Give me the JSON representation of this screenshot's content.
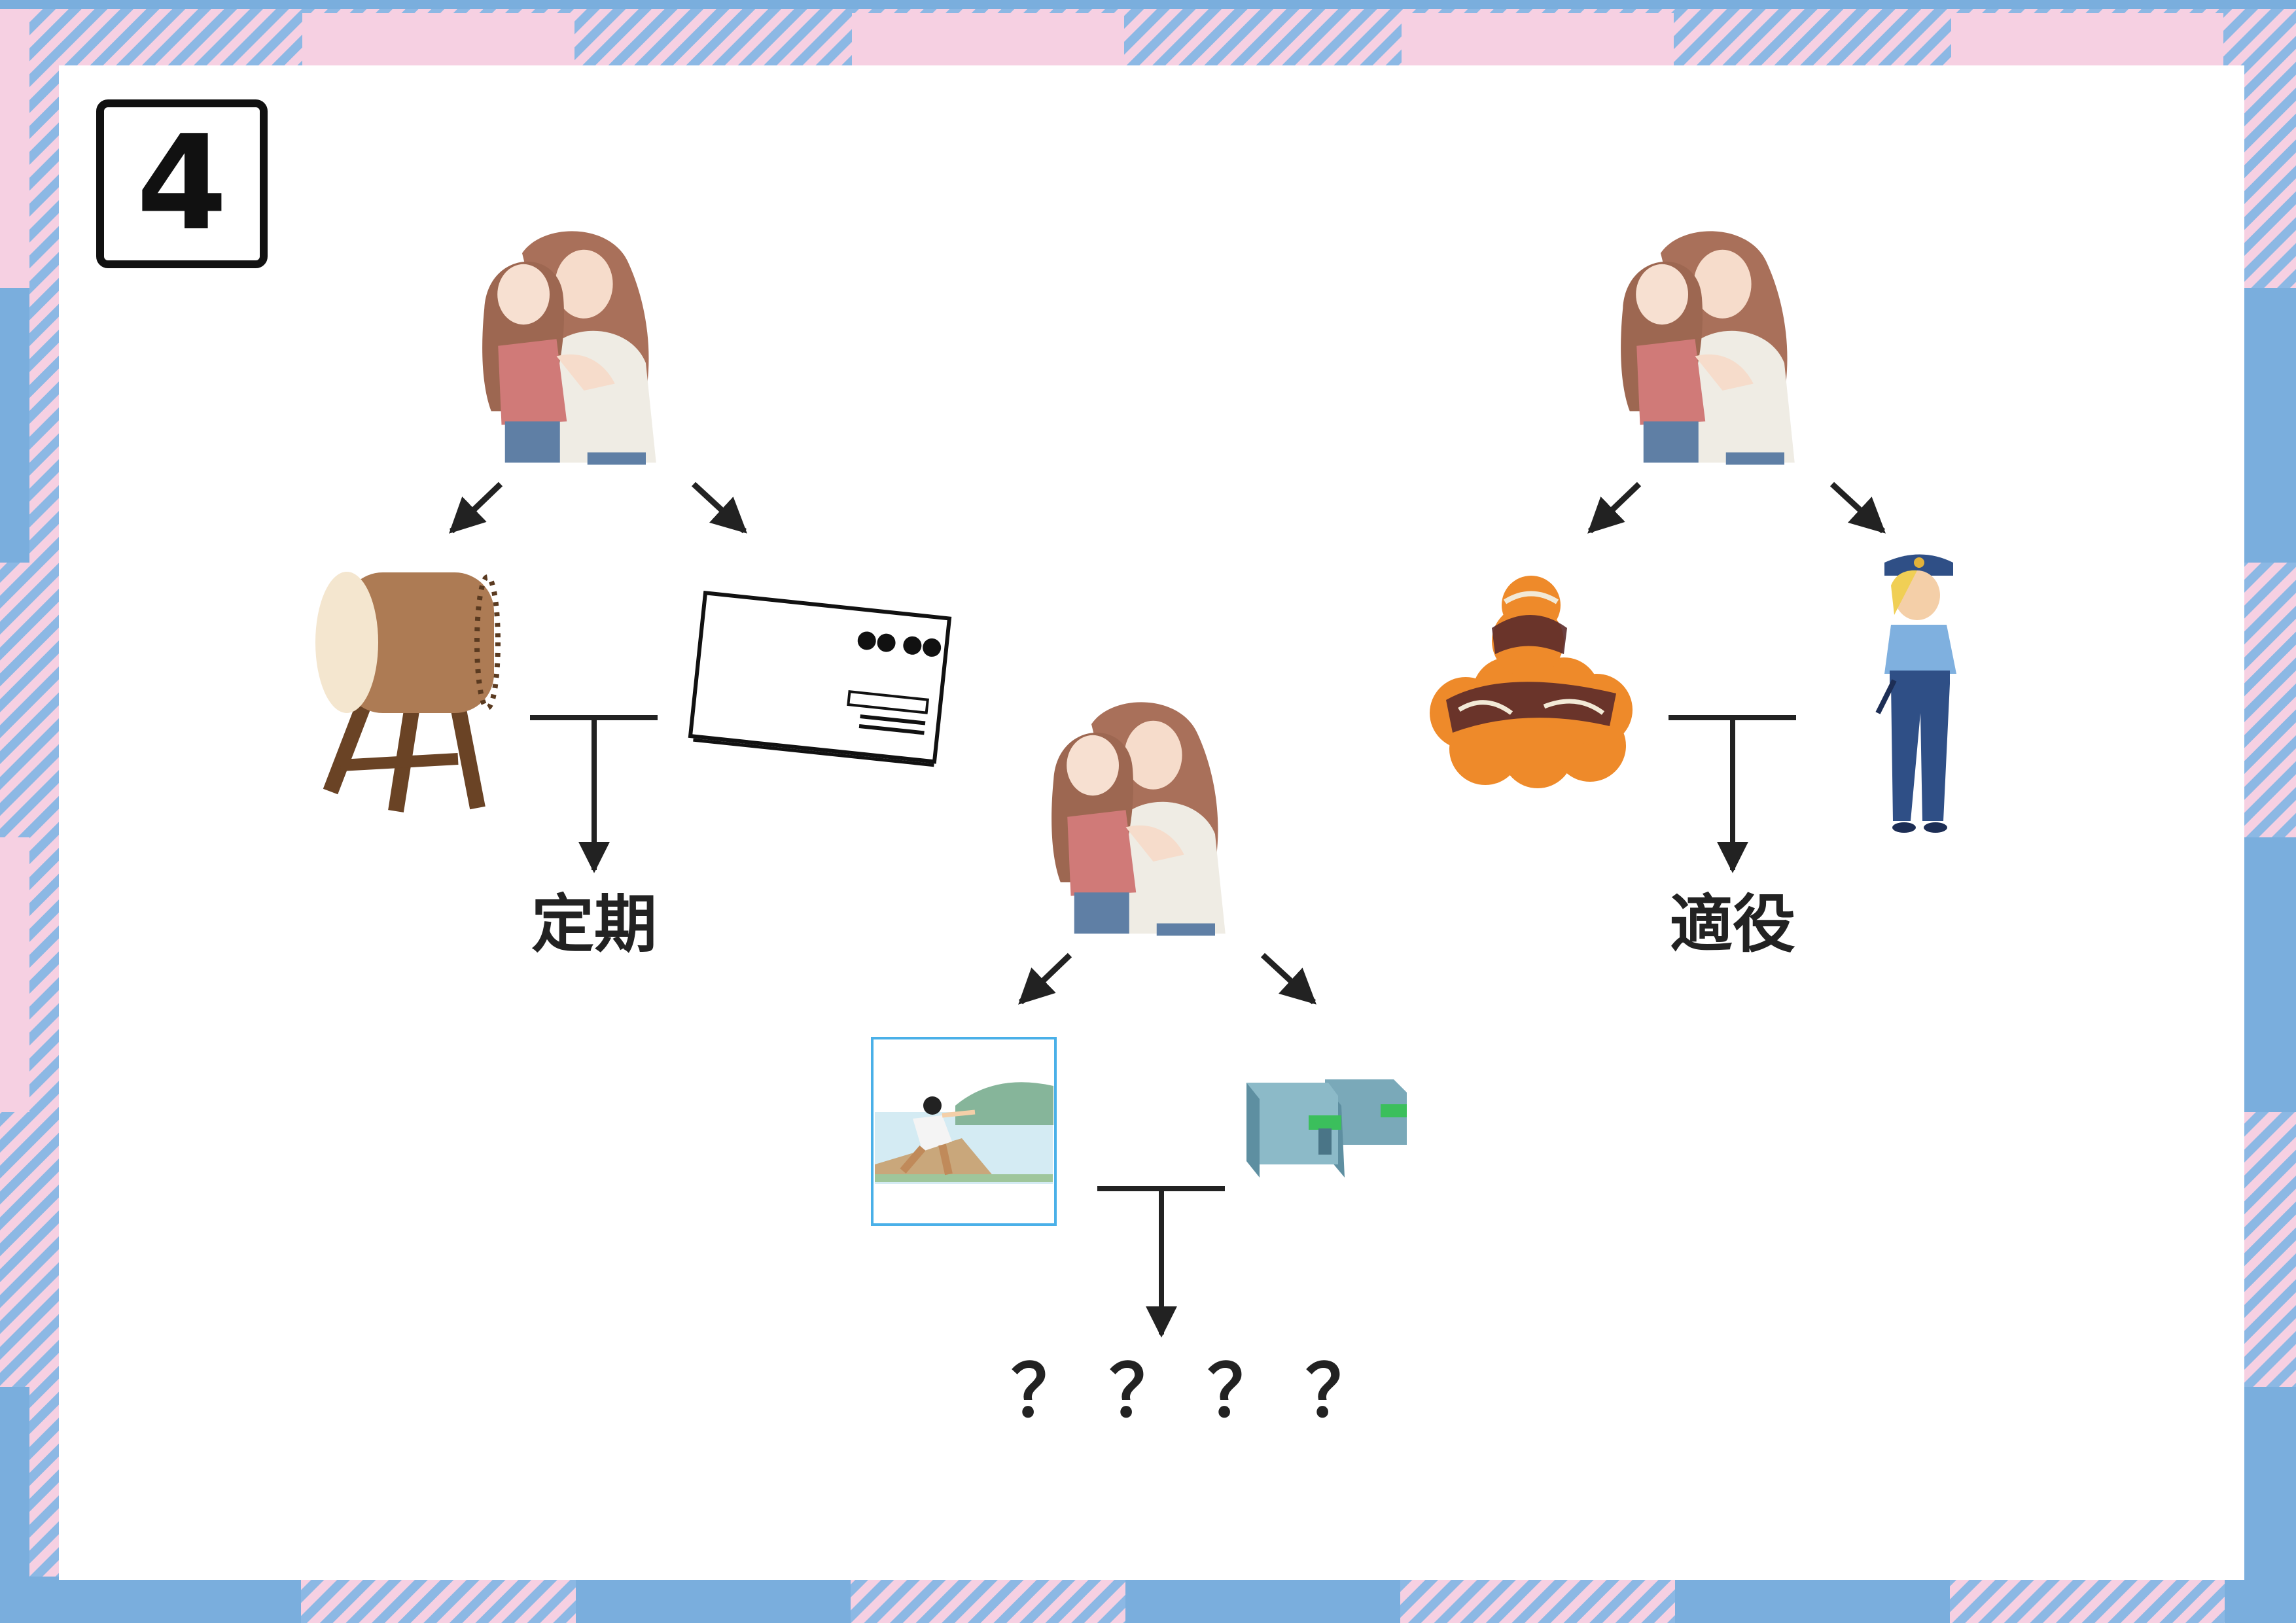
{
  "puzzle": {
    "number": "4",
    "groups": [
      {
        "id": "left",
        "items": [
          "family-hug",
          "taiko-drum",
          "postcard"
        ],
        "answer": "定期"
      },
      {
        "id": "right",
        "items": [
          "family-hug",
          "takoyaki",
          "police-officer"
        ],
        "answer": "適役"
      },
      {
        "id": "center",
        "items": [
          "family-hug",
          "river-throw",
          "ticket-gate"
        ],
        "answer": "？？？？"
      }
    ]
  },
  "colors": {
    "border_blue": "#7aaedd",
    "border_pink": "#f6d0e2",
    "ink": "#222222"
  }
}
